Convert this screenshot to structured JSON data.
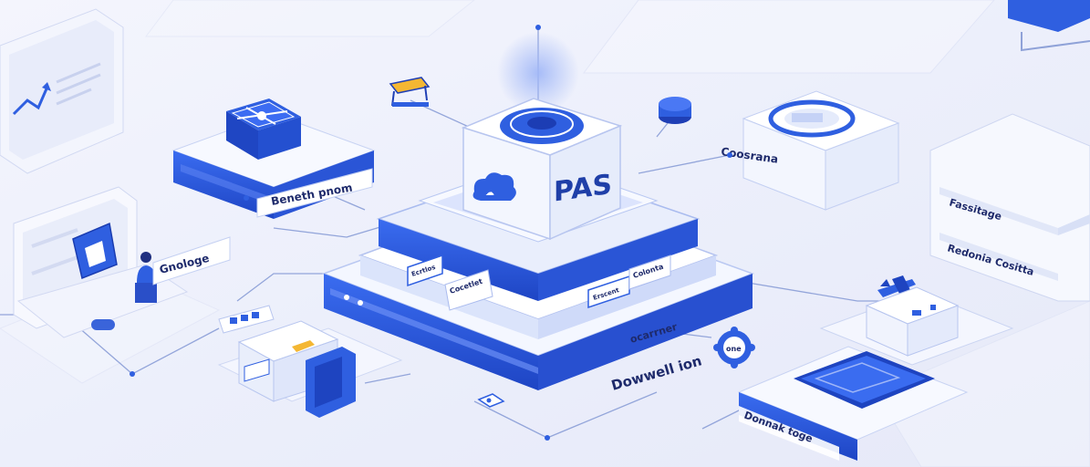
{
  "colors": {
    "background": "#eef0fb",
    "accent": "#2f5fe0",
    "accent_dark": "#1f3fb5",
    "accent_light": "#c9d6fb",
    "platform_white": "#fbfcff",
    "line": "#8fa2d8",
    "text_navy": "#1e2a6b"
  },
  "labels": {
    "core_title": "PAS",
    "core_cloud": "☁",
    "left_card": "Beneth pnom",
    "right_card": "Coosrana",
    "user_card": "Gnologe",
    "shelf_top": "Fassitage",
    "shelf_bottom": "Redonia Cositta",
    "bottom_center_small": "ocarrner",
    "bottom_center_big": "Dowwell ion",
    "bottom_right": "Donnak toge",
    "gear_badge": "one",
    "layer_tag_1": "Ecrtlos",
    "layer_tag_2": "Cocetlet",
    "layer_tag_3": "Erscent",
    "layer_tag_4": "Colonta"
  },
  "icons": {
    "monitor_left": "chart-monitor-icon",
    "chip": "network-chip-icon",
    "cloud": "cloud-icon",
    "camera": "camera-lens-icon",
    "gear": "gear-icon",
    "plane": "airplane-icon",
    "person": "person-icon",
    "server": "server-icon"
  }
}
